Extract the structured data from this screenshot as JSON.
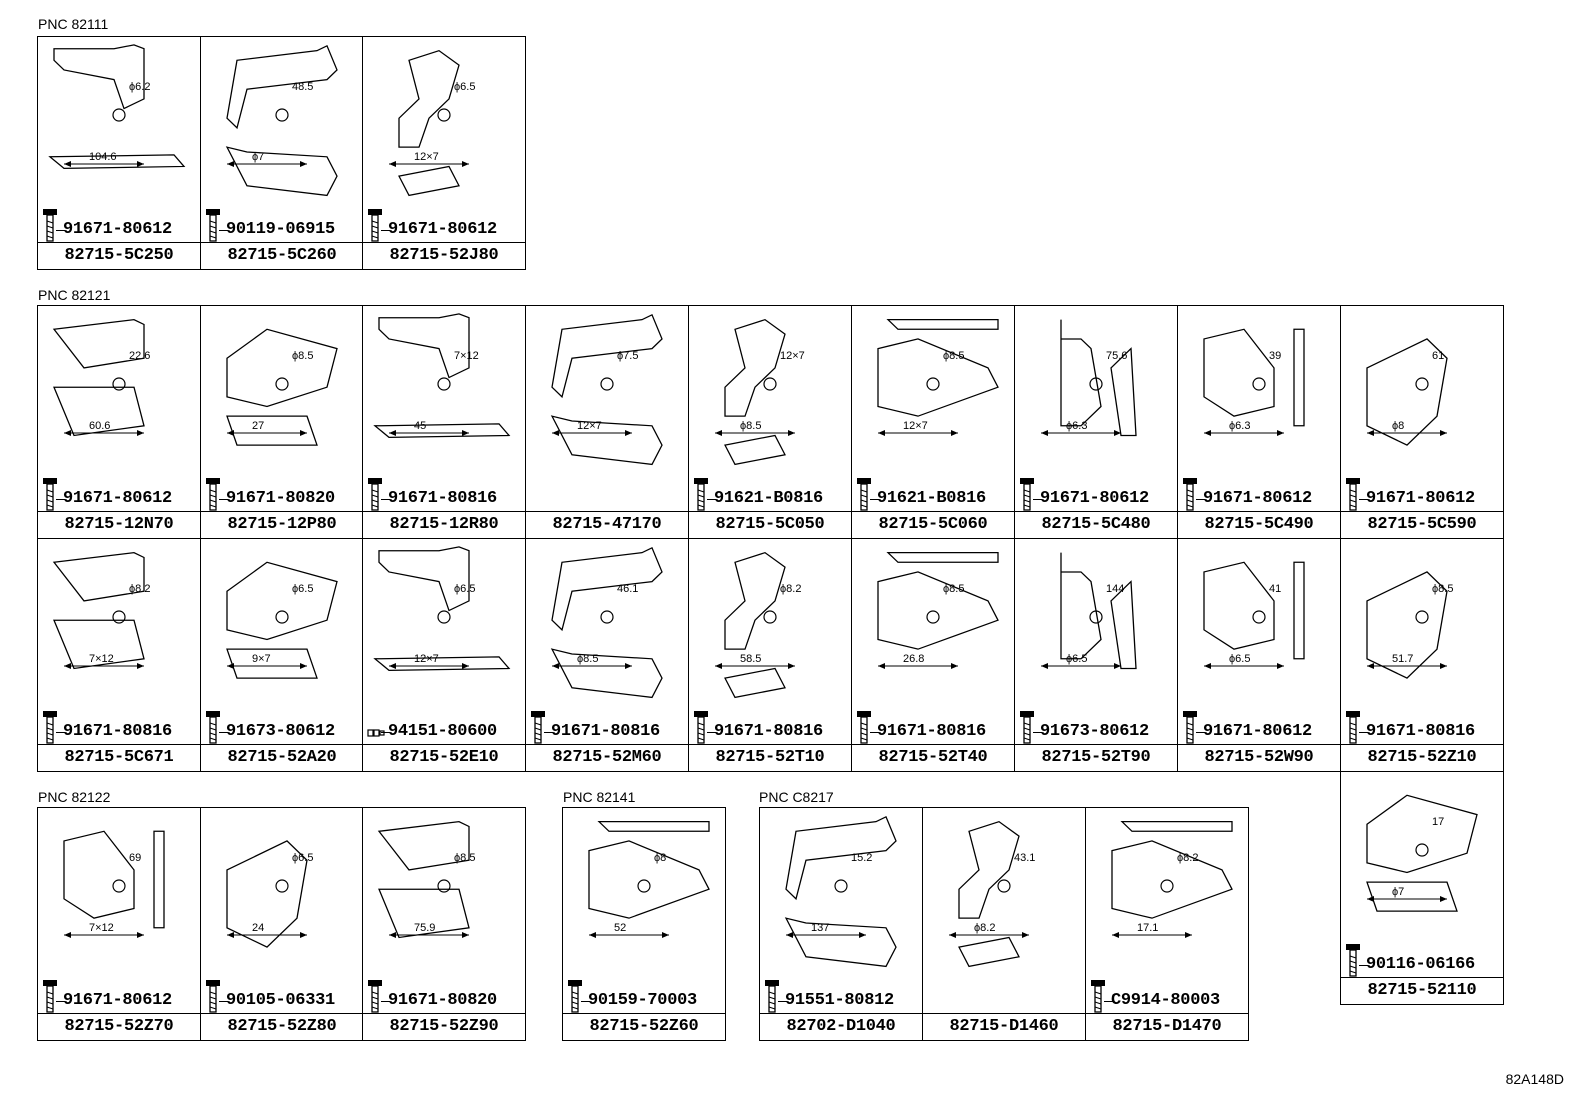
{
  "groups": [
    {
      "pnc": "PNC 82111",
      "cells": [
        {
          "fastener": "91671-80612",
          "fastener_icon": "bolt-icon",
          "part": "82715-5C250",
          "dims": [
            "ϕ6.2",
            "104.6"
          ]
        },
        {
          "fastener": "90119-06915",
          "fastener_icon": "bolt-icon",
          "part": "82715-5C260",
          "dims": [
            "48.5",
            "ϕ7"
          ]
        },
        {
          "fastener": "91671-80612",
          "fastener_icon": "bolt-icon",
          "part": "82715-52J80",
          "dims": [
            "ϕ6.5",
            "12×7"
          ]
        }
      ]
    },
    {
      "pnc": "PNC 82121",
      "cells": [
        {
          "fastener": "91671-80612",
          "fastener_icon": "bolt-icon",
          "part": "82715-12N70",
          "dims": [
            "22.6",
            "60.6"
          ]
        },
        {
          "fastener": "91671-80820",
          "fastener_icon": "bolt-icon",
          "part": "82715-12P80",
          "dims": [
            "ϕ8.5",
            "27"
          ]
        },
        {
          "fastener": "91671-80816",
          "fastener_icon": "bolt-icon",
          "part": "82715-12R80",
          "dims": [
            "7×12",
            "45"
          ]
        },
        {
          "fastener": "",
          "fastener_icon": "",
          "part": "82715-47170",
          "dims": [
            "ϕ7.5",
            "12×7"
          ]
        },
        {
          "fastener": "91621-B0816",
          "fastener_icon": "bolt-icon",
          "part": "82715-5C050",
          "dims": [
            "12×7",
            "ϕ8.5"
          ]
        },
        {
          "fastener": "91621-B0816",
          "fastener_icon": "bolt-icon",
          "part": "82715-5C060",
          "dims": [
            "ϕ8.5",
            "12×7"
          ]
        },
        {
          "fastener": "91671-80612",
          "fastener_icon": "bolt-icon",
          "part": "82715-5C480",
          "dims": [
            "75.6",
            "ϕ6.3"
          ]
        },
        {
          "fastener": "91671-80612",
          "fastener_icon": "bolt-icon",
          "part": "82715-5C490",
          "dims": [
            "39",
            "ϕ6.3"
          ]
        },
        {
          "fastener": "91671-80612",
          "fastener_icon": "bolt-icon",
          "part": "82715-5C590",
          "dims": [
            "61",
            "ϕ8"
          ]
        },
        {
          "fastener": "91671-80816",
          "fastener_icon": "bolt-icon",
          "part": "82715-5C671",
          "dims": [
            "ϕ8.2",
            "7×12"
          ]
        },
        {
          "fastener": "91673-80612",
          "fastener_icon": "bolt-icon",
          "part": "82715-52A20",
          "dims": [
            "ϕ6.5",
            "9×7"
          ]
        },
        {
          "fastener": "94151-80600",
          "fastener_icon": "pin-icon",
          "part": "82715-52E10",
          "dims": [
            "ϕ6.5",
            "12×7"
          ]
        },
        {
          "fastener": "91671-80816",
          "fastener_icon": "bolt-icon",
          "part": "82715-52M60",
          "dims": [
            "46.1",
            "ϕ8.5"
          ]
        },
        {
          "fastener": "91671-80816",
          "fastener_icon": "bolt-icon",
          "part": "82715-52T10",
          "dims": [
            "ϕ8.2",
            "58.5"
          ]
        },
        {
          "fastener": "91671-80816",
          "fastener_icon": "bolt-icon",
          "part": "82715-52T40",
          "dims": [
            "ϕ8.5",
            "26.8"
          ]
        },
        {
          "fastener": "91673-80612",
          "fastener_icon": "bolt-icon",
          "part": "82715-52T90",
          "dims": [
            "144",
            "ϕ6.5"
          ]
        },
        {
          "fastener": "91671-80612",
          "fastener_icon": "bolt-icon",
          "part": "82715-52W90",
          "dims": [
            "41",
            "ϕ6.5"
          ]
        },
        {
          "fastener": "91671-80816",
          "fastener_icon": "bolt-icon",
          "part": "82715-52Z10",
          "dims": [
            "ϕ8.5",
            "51.7"
          ]
        }
      ]
    },
    {
      "pnc": "PNC 82122",
      "cells": [
        {
          "fastener": "91671-80612",
          "fastener_icon": "bolt-icon",
          "part": "82715-52Z70",
          "dims": [
            "69",
            "7×12"
          ]
        },
        {
          "fastener": "90105-06331",
          "fastener_icon": "bolt-icon",
          "part": "82715-52Z80",
          "dims": [
            "ϕ6.5",
            "24"
          ]
        },
        {
          "fastener": "91671-80820",
          "fastener_icon": "bolt-icon",
          "part": "82715-52Z90",
          "dims": [
            "ϕ8.5",
            "75.9"
          ]
        },
        {
          "fastener": "90116-06166",
          "fastener_icon": "bolt-icon",
          "part": "82715-52110",
          "dims": [
            "17",
            "ϕ7"
          ]
        }
      ]
    },
    {
      "pnc": "PNC 82141",
      "cells": [
        {
          "fastener": "90159-70003",
          "fastener_icon": "bolt-icon",
          "part": "82715-52Z60",
          "dims": [
            "ϕ8",
            "52"
          ]
        }
      ]
    },
    {
      "pnc": "PNC C8217",
      "cells": [
        {
          "fastener": "91551-80812",
          "fastener_icon": "bolt-icon",
          "part": "82702-D1040",
          "dims": [
            "15.2",
            "137"
          ]
        },
        {
          "fastener": "",
          "fastener_icon": "",
          "part": "82715-D1460",
          "dims": [
            "43.1",
            "ϕ8.2"
          ]
        },
        {
          "fastener": "C9914-80003",
          "fastener_icon": "bolt-icon",
          "part": "82715-D1470",
          "dims": [
            "ϕ8.2",
            "17.1"
          ]
        }
      ]
    }
  ],
  "drawing_code": "82A148D"
}
